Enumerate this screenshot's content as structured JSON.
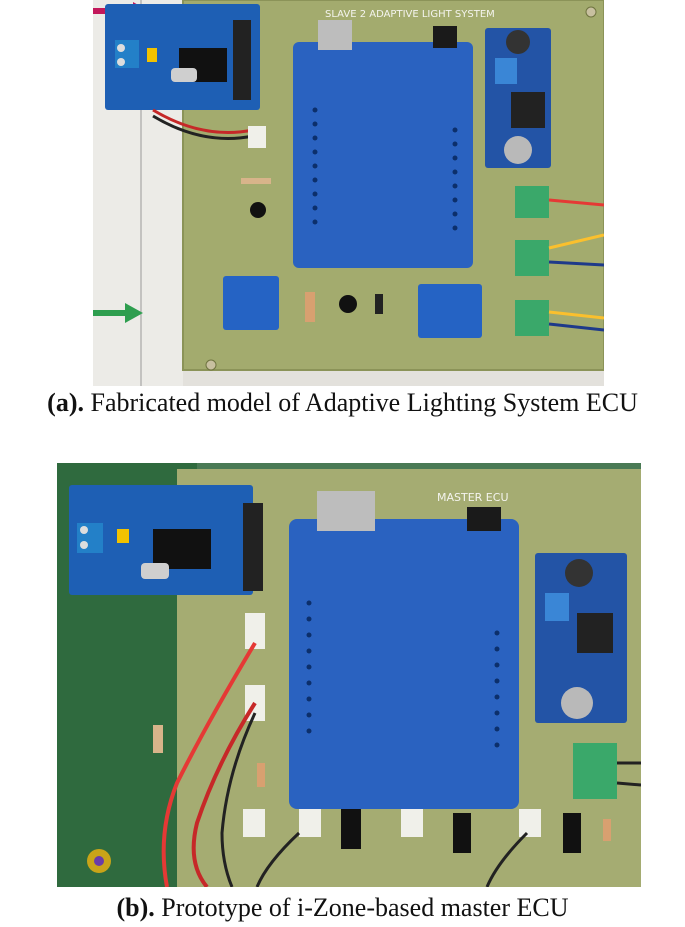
{
  "figure_a": {
    "board_label": "SLAVE 2 ADAPTIVE LIGHT SYSTEM",
    "caption_tag": "(a).",
    "caption_text": " Fabricated model of Adaptive Lighting System ECU"
  },
  "figure_b": {
    "board_label": "MASTER ECU",
    "caption_tag": "(b).",
    "caption_text": " Prototype of i-Zone-based master ECU"
  }
}
